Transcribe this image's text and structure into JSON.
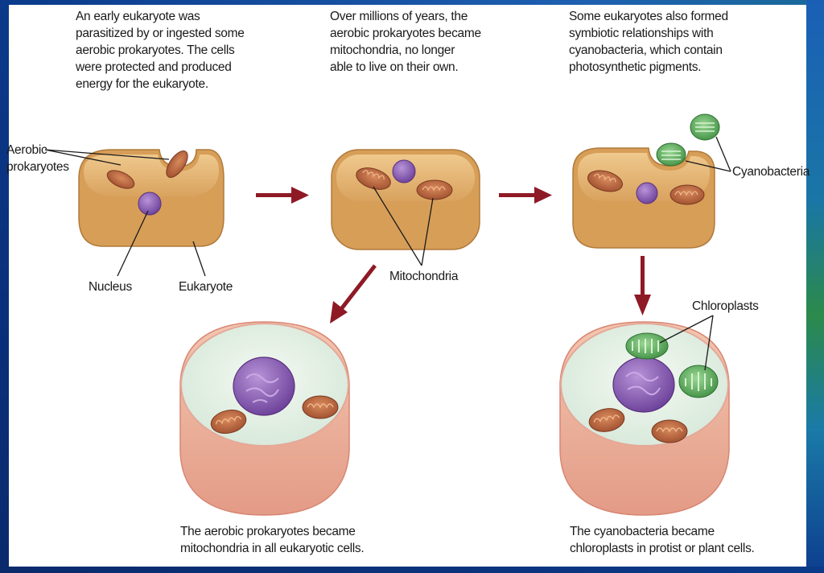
{
  "captions": {
    "step1": "An early eukaryote was\nparasitized by or ingested some\naerobic prokaryotes. The cells\nwere protected and produced\nenergy for the eukaryote.",
    "step2": "Over millions of years, the\naerobic prokaryotes became\nmitochondria, no longer\nable to live on their own.",
    "step3": "Some eukaryotes also formed\nsymbiotic relationships with\ncyanobacteria, which contain\nphotosynthetic pigments.",
    "result_mito": "The aerobic prokaryotes became\nmitochondria in all eukaryotic cells.",
    "result_chloro": "The cyanobacteria became\nchloroplasts in protist or plant cells."
  },
  "labels": {
    "aerobic_prokaryotes": "Aerobic\nprokaryotes",
    "nucleus": "Nucleus",
    "eukaryote": "Eukaryote",
    "mitochondria": "Mitochondria",
    "cyanobacteria": "Cyanobacteria",
    "chloroplasts": "Chloroplasts"
  },
  "colors": {
    "cell_fill": "#e6b878",
    "cell_rim": "#c98a43",
    "cytoplasm": "#e8f2e8",
    "nucleus": "#8a5ab4",
    "mitochondrion": "#b0603a",
    "chloroplast": "#4ea24e",
    "arrow": "#8e1a26"
  }
}
